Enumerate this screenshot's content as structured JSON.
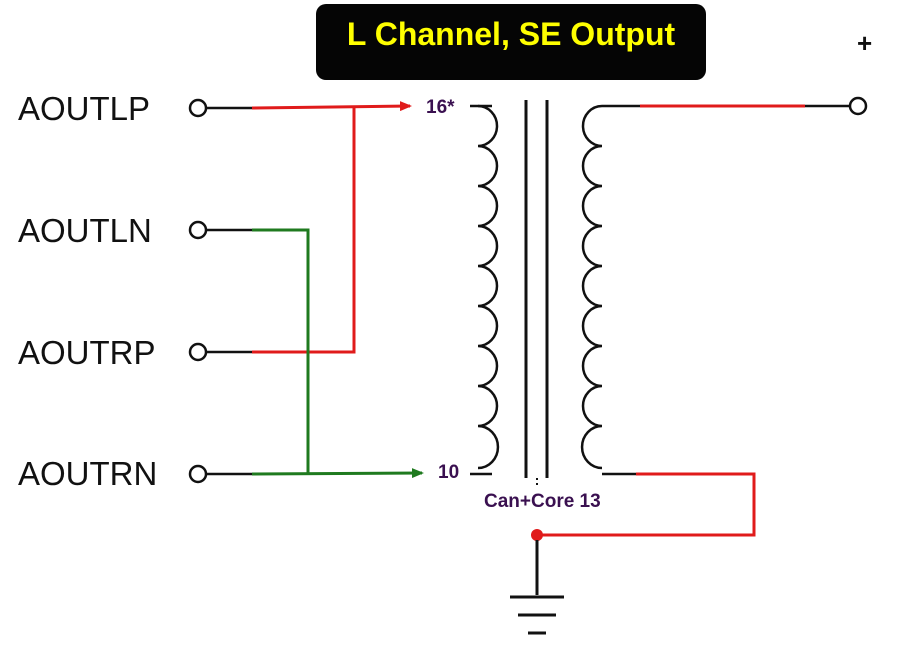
{
  "title": "L Channel, SE Output",
  "terminals": {
    "aoutlp": "AOUTLP",
    "aoutln": "AOUTLN",
    "aoutrp": "AOUTRP",
    "aoutrn": "AOUTRN"
  },
  "transformer": {
    "primary_top_pin": "16*",
    "primary_bottom_pin": "10",
    "can_core_label": "Can+Core 13"
  },
  "output": {
    "plus_label": "+"
  },
  "colors": {
    "title_background": "#050505",
    "title_text": "#ffff00",
    "positive_wire": "#e01b1b",
    "negative_wire": "#1f7a1f",
    "pin_label": "#3a1050",
    "line": "#111111"
  }
}
